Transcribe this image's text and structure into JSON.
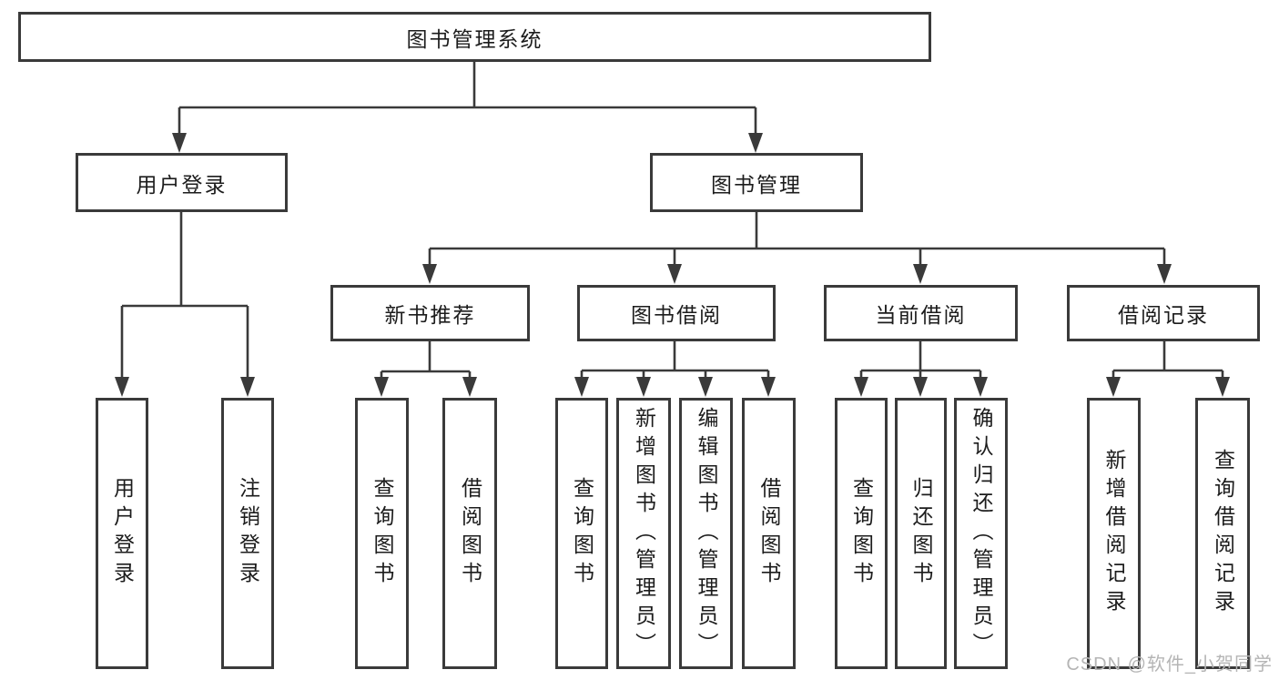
{
  "diagram": {
    "colors": {
      "line": "#3a3a3a",
      "text": "#1c1c1c",
      "background": "#ffffff",
      "watermark": "#b5b5b5"
    },
    "root": {
      "label": "图书管理系统"
    },
    "branches": [
      {
        "label": "用户登录",
        "children": [
          {
            "label": "用户登录"
          },
          {
            "label": "注销登录"
          }
        ]
      },
      {
        "label": "图书管理",
        "children": [
          {
            "label": "新书推荐",
            "children": [
              {
                "label": "查询图书"
              },
              {
                "label": "借阅图书"
              }
            ]
          },
          {
            "label": "图书借阅",
            "children": [
              {
                "label": "查询图书"
              },
              {
                "label": "新增图书（管理员）"
              },
              {
                "label": "编辑图书（管理员）"
              },
              {
                "label": "借阅图书"
              }
            ]
          },
          {
            "label": "当前借阅",
            "children": [
              {
                "label": "查询图书"
              },
              {
                "label": "归还图书"
              },
              {
                "label": "确认归还（管理员）"
              }
            ]
          },
          {
            "label": "借阅记录",
            "children": [
              {
                "label": "新增借阅记录"
              },
              {
                "label": "查询借阅记录"
              }
            ]
          }
        ]
      }
    ],
    "watermark": "CSDN @软件_小贺同学"
  }
}
